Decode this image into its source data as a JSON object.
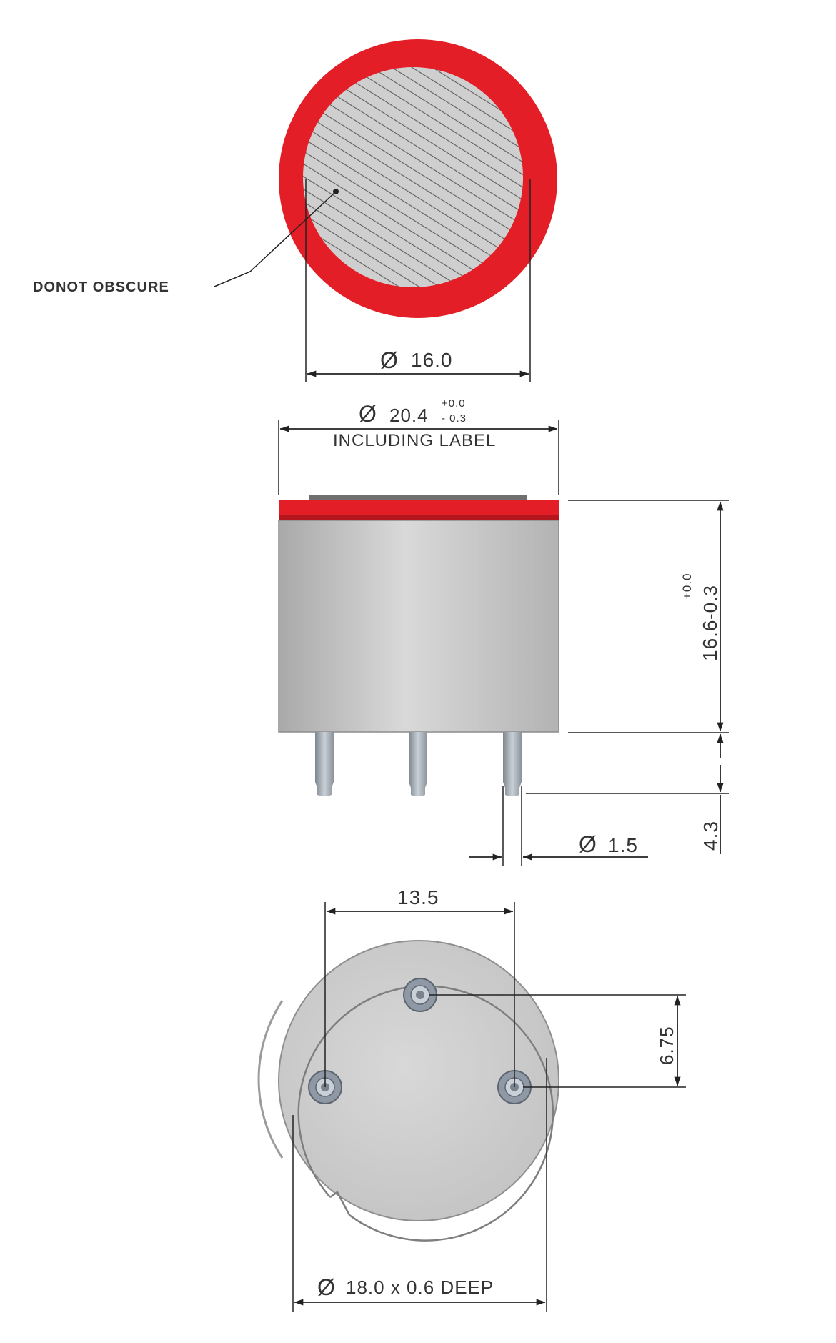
{
  "colors": {
    "label_red": "#e41e26",
    "body_gray": "#c6c6c6",
    "hatch_gray": "#8a8a8a",
    "pin_steel": "#9aa3ad",
    "dimension_ink": "#222222"
  },
  "top_view": {
    "note": "DONOT OBSCURE",
    "diameter_symbol": "Ø",
    "diameter_value": "16.0"
  },
  "side_view": {
    "label_diameter_symbol": "Ø",
    "label_diameter_value": "20.4",
    "label_tol_plus": "+0.0",
    "label_tol_minus": "- 0.3",
    "label_note": "INCLUDING LABEL",
    "height_value": "16.6",
    "height_tol_plus": "+0.0",
    "height_tol_minus": "-0.3",
    "pin_length": "4.3",
    "pin_diameter_symbol": "Ø",
    "pin_diameter_value": "1.5"
  },
  "bottom_view": {
    "pin_spacing": "13.5",
    "pin_offset": "6.75",
    "recess_symbol": "Ø",
    "recess_value": "18.0 x 0.6 DEEP"
  }
}
